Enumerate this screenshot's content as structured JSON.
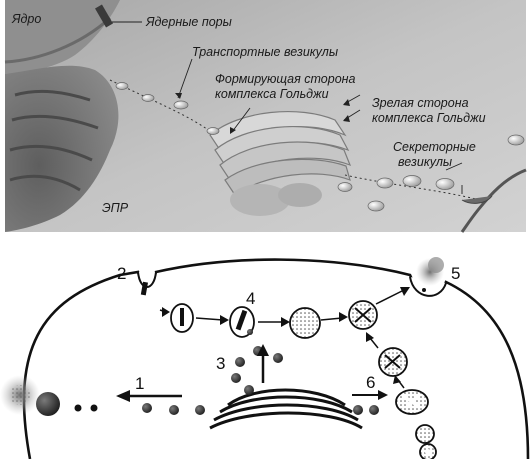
{
  "top_panel": {
    "labels": {
      "nucleus": "Ядро",
      "nuclear_pores": "Ядерные поры",
      "transport_vesicles": "Транспортные везикулы",
      "golgi_cis_1": "Формирующая сторона",
      "golgi_cis_2": "комплекса Гольджи",
      "golgi_trans_1": "Зрелая сторона",
      "golgi_trans_2": "комплекса Гольджи",
      "secretory_1": "Секреторные",
      "secretory_2": "везикулы",
      "er": "ЭПР"
    }
  },
  "bottom_panel": {
    "steps": [
      "1",
      "2",
      "3",
      "4",
      "5",
      "6"
    ]
  },
  "colors": {
    "ink": "#111111",
    "photo_bg": "#9a9a9a",
    "membrane": "#1a1a1a"
  }
}
